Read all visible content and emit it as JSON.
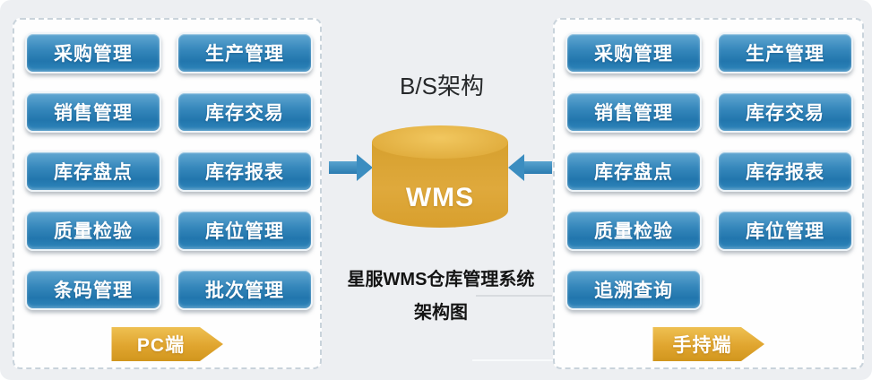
{
  "left_panel": {
    "tag_label": "PC端",
    "buttons": [
      "采购管理",
      "生产管理",
      "销售管理",
      "库存交易",
      "库存盘点",
      "库存报表",
      "质量检验",
      "库位管理",
      "条码管理",
      "批次管理"
    ]
  },
  "right_panel": {
    "tag_label": "手持端",
    "buttons": [
      "采购管理",
      "生产管理",
      "销售管理",
      "库存交易",
      "库存盘点",
      "库存报表",
      "质量检验",
      "库位管理",
      "追溯查询"
    ]
  },
  "center": {
    "architecture_label": "B/S架构",
    "database_label": "WMS",
    "caption_line1": "星服WMS仓库管理系统",
    "caption_line2": "架构图"
  },
  "colors": {
    "background": "#edeff2",
    "panel_background": "#fefefe",
    "panel_border": "#c9d3db",
    "button_blue_top": "#61a7d2",
    "button_blue_bottom": "#2276ad",
    "tag_gold_top": "#eec052",
    "tag_gold_bottom": "#d1961d",
    "cylinder_gold": "#dfa93c",
    "arrow_blue": "#3b8dc0",
    "caption_text": "#141414"
  }
}
